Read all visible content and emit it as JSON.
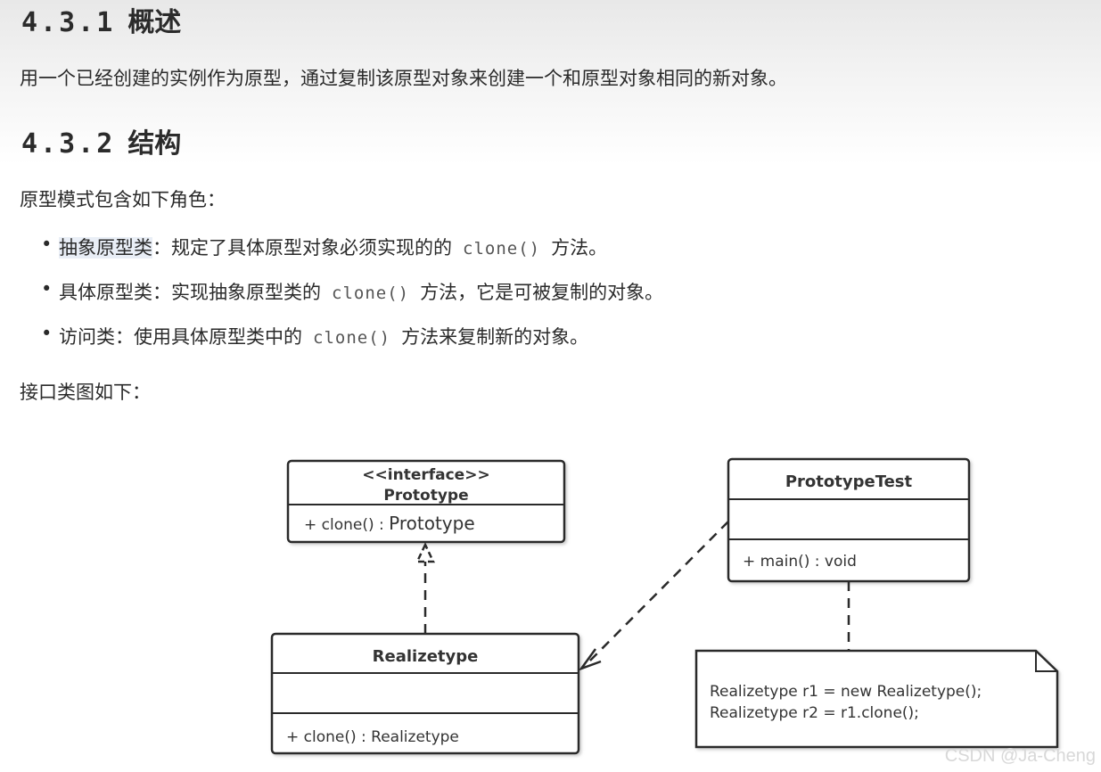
{
  "section1": {
    "number": "4.3.1",
    "title": "概述"
  },
  "overview_text": "用一个已经创建的实例作为原型，通过复制该原型对象来创建一个和原型对象相同的新对象。",
  "section2": {
    "number": "4.3.2",
    "title": "结构"
  },
  "roles_intro": "原型模式包含如下角色：",
  "roles": [
    {
      "name": "抽象原型类",
      "desc_before": "：规定了具体原型对象必须实现的的",
      "code": "clone()",
      "desc_after": "方法。"
    },
    {
      "name": "具体原型类",
      "desc_before": "：实现抽象原型类的",
      "code": "clone()",
      "desc_after": "方法，它是可被复制的对象。"
    },
    {
      "name": "访问类",
      "desc_before": "：使用具体原型类中的",
      "code": "clone()",
      "desc_after": "方法来复制新的对象。"
    }
  ],
  "diagram_intro": "接口类图如下：",
  "diagram": {
    "prototype": {
      "stereotype": "<<interface>>",
      "name": "Prototype",
      "method_prefix": "+ clone() : ",
      "method_type": "Prototype"
    },
    "prototype_test": {
      "name": "PrototypeTest",
      "method": "+ main() : void"
    },
    "realizetype": {
      "name": "Realizetype",
      "method": "+ clone() : Realizetype"
    },
    "note": {
      "line1": "Realizetype r1 = new Realizetype();",
      "line2": "Realizetype r2 = r1.clone();"
    }
  },
  "watermark": "CSDN @Ja-Cheng"
}
